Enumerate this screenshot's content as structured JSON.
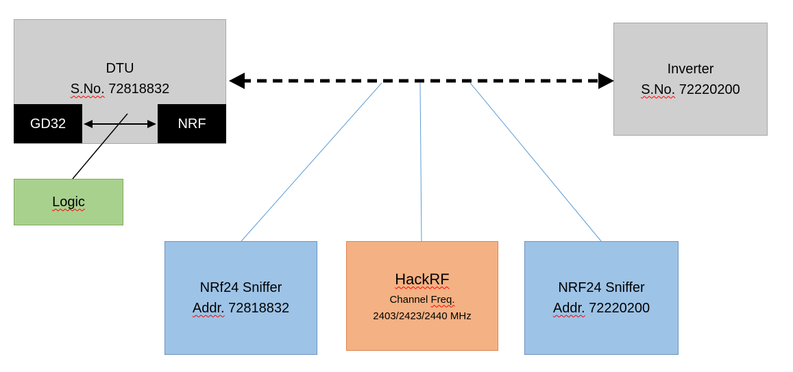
{
  "dtu": {
    "title": "DTU",
    "serial_label": "S.No.",
    "serial_number": "72818832"
  },
  "gd32": {
    "label": "GD32"
  },
  "nrf": {
    "label": "NRF"
  },
  "logic": {
    "label": "Logic"
  },
  "inverter": {
    "title": "Inverter",
    "serial_label": "S.No.",
    "serial_number": "72220200"
  },
  "sniffer_left": {
    "name": "NRf24 Sniffer",
    "addr_label": "Addr.",
    "addr_number": "72818832"
  },
  "hackrf": {
    "title": "HackRF",
    "channel_label": "Channel",
    "freq_label": "Freq.",
    "freq_values": "2403/2423/2440 MHz"
  },
  "sniffer_right": {
    "name": "NRF24 Sniffer",
    "addr_label": "Addr.",
    "addr_number": "72220200"
  },
  "colors": {
    "gray_box": "#cfcfcf",
    "black_box": "#000000",
    "green_box": "#a9d18e",
    "blue_box": "#9dc3e6",
    "orange_box": "#f4b183",
    "connector_blue": "#5b9bd5",
    "arrow_black": "#000000",
    "spellcheck_red": "#ff0000"
  }
}
